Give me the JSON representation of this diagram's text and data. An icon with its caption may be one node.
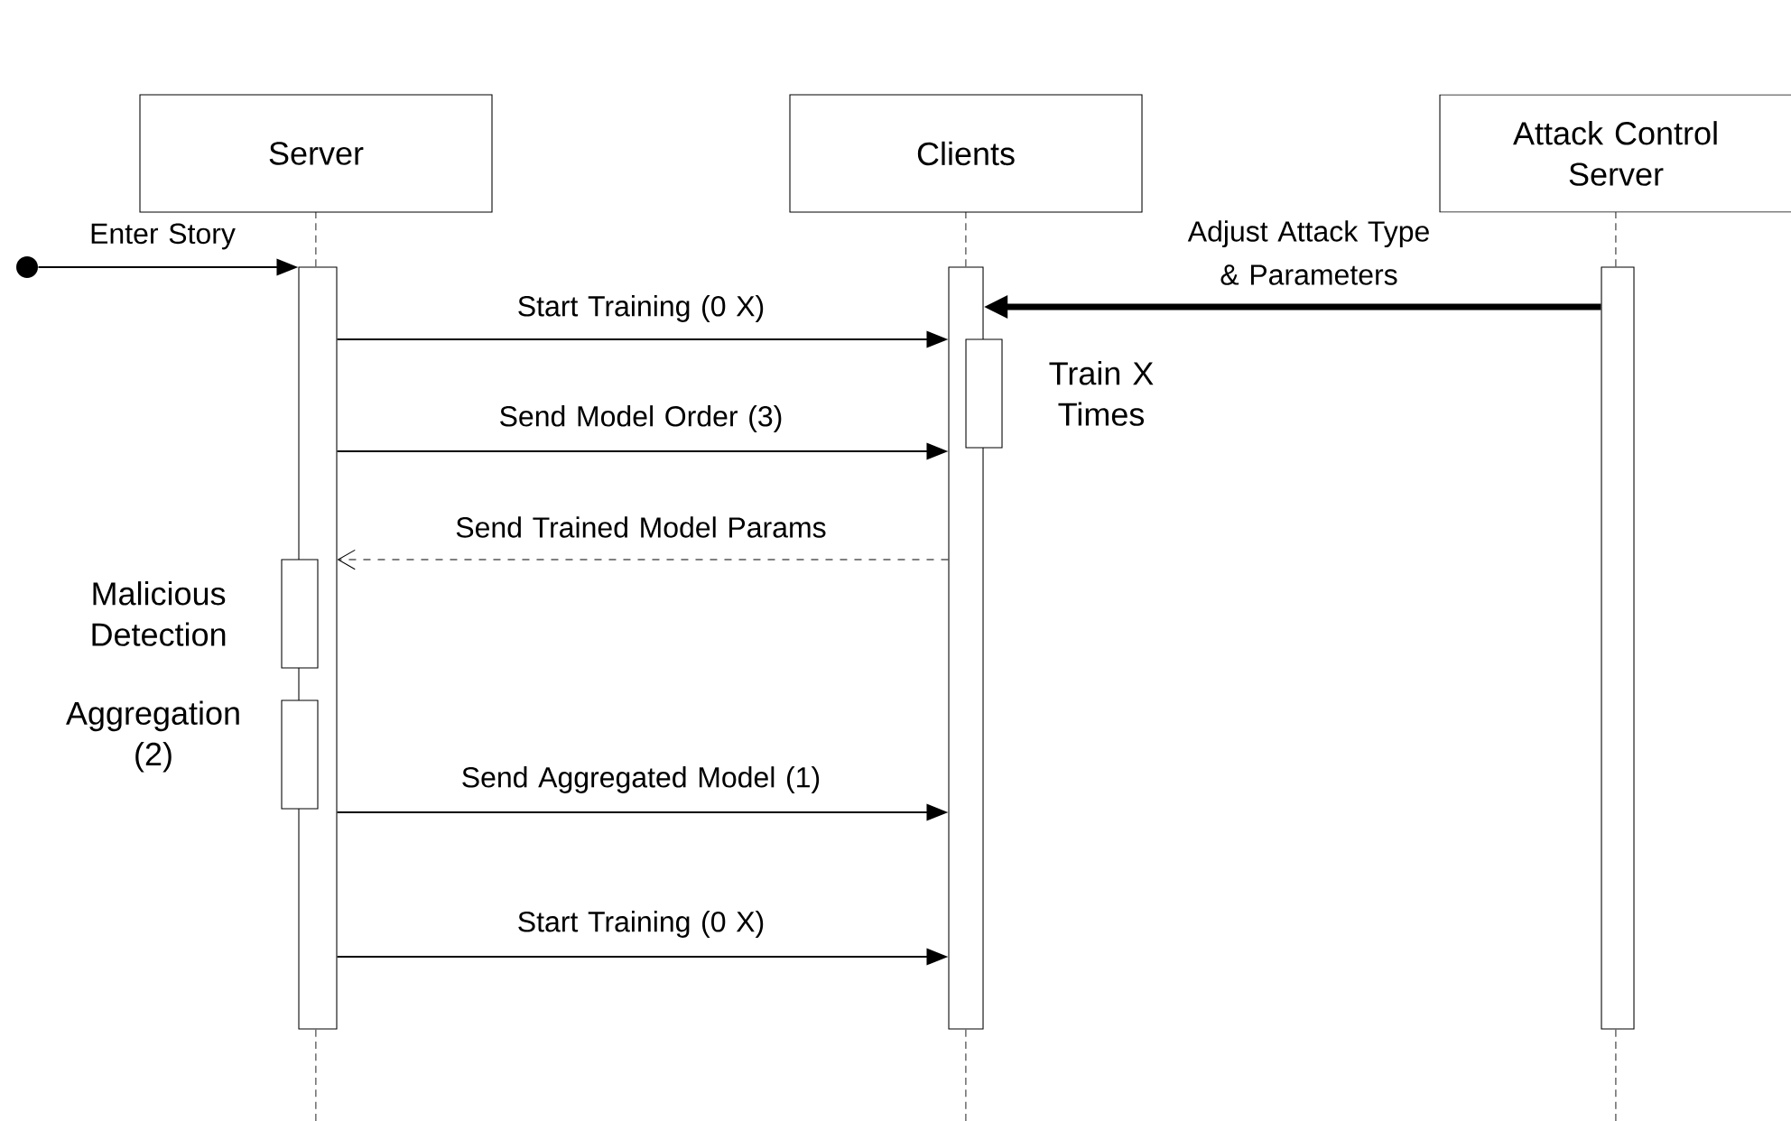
{
  "diagram": {
    "nodes": [
      {
        "text": [
          "Server"
        ]
      },
      {
        "text": [
          "Clients"
        ]
      },
      {
        "text": [
          "Attack Control Server"
        ]
      },
      {
        "text": [],
        "shape": "circle"
      },
      {
        "text": [],
        "shape": "bar"
      },
      {
        "text": [],
        "shape": "bar"
      },
      {
        "text": [],
        "shape": "bar"
      },
      {
        "text": [],
        "shape": "bar",
        "beside": [
          "Train X Times"
        ]
      },
      {
        "text": [],
        "shape": "bar",
        "beside": [
          "Malicious Detection"
        ]
      },
      {
        "text": [],
        "shape": "bar",
        "beside": [
          "Aggregation (2)"
        ]
      }
    ],
    "edges": [
      {
        "from": 3,
        "to": 4,
        "arrow": "to",
        "label": "Enter Story"
      },
      {
        "from": 6,
        "to": 5,
        "arrow": "to",
        "label": "Adjust Attack Type & Parameters",
        "style": "thick"
      },
      {
        "from": 4,
        "to": 5,
        "arrow": "to",
        "label": "Start Training (0 X)"
      },
      {
        "from": 4,
        "to": 5,
        "arrow": "to",
        "label": "Send Model Order (3)"
      },
      {
        "from": 5,
        "to": 4,
        "arrow": "to",
        "label": "Send Trained Model Params",
        "style": "dashed"
      },
      {
        "from": 4,
        "to": 5,
        "arrow": "to",
        "label": "Send Aggregated Model (1)"
      },
      {
        "from": 4,
        "to": 5,
        "arrow": "to",
        "label": "Start Training (0 X)"
      }
    ]
  }
}
